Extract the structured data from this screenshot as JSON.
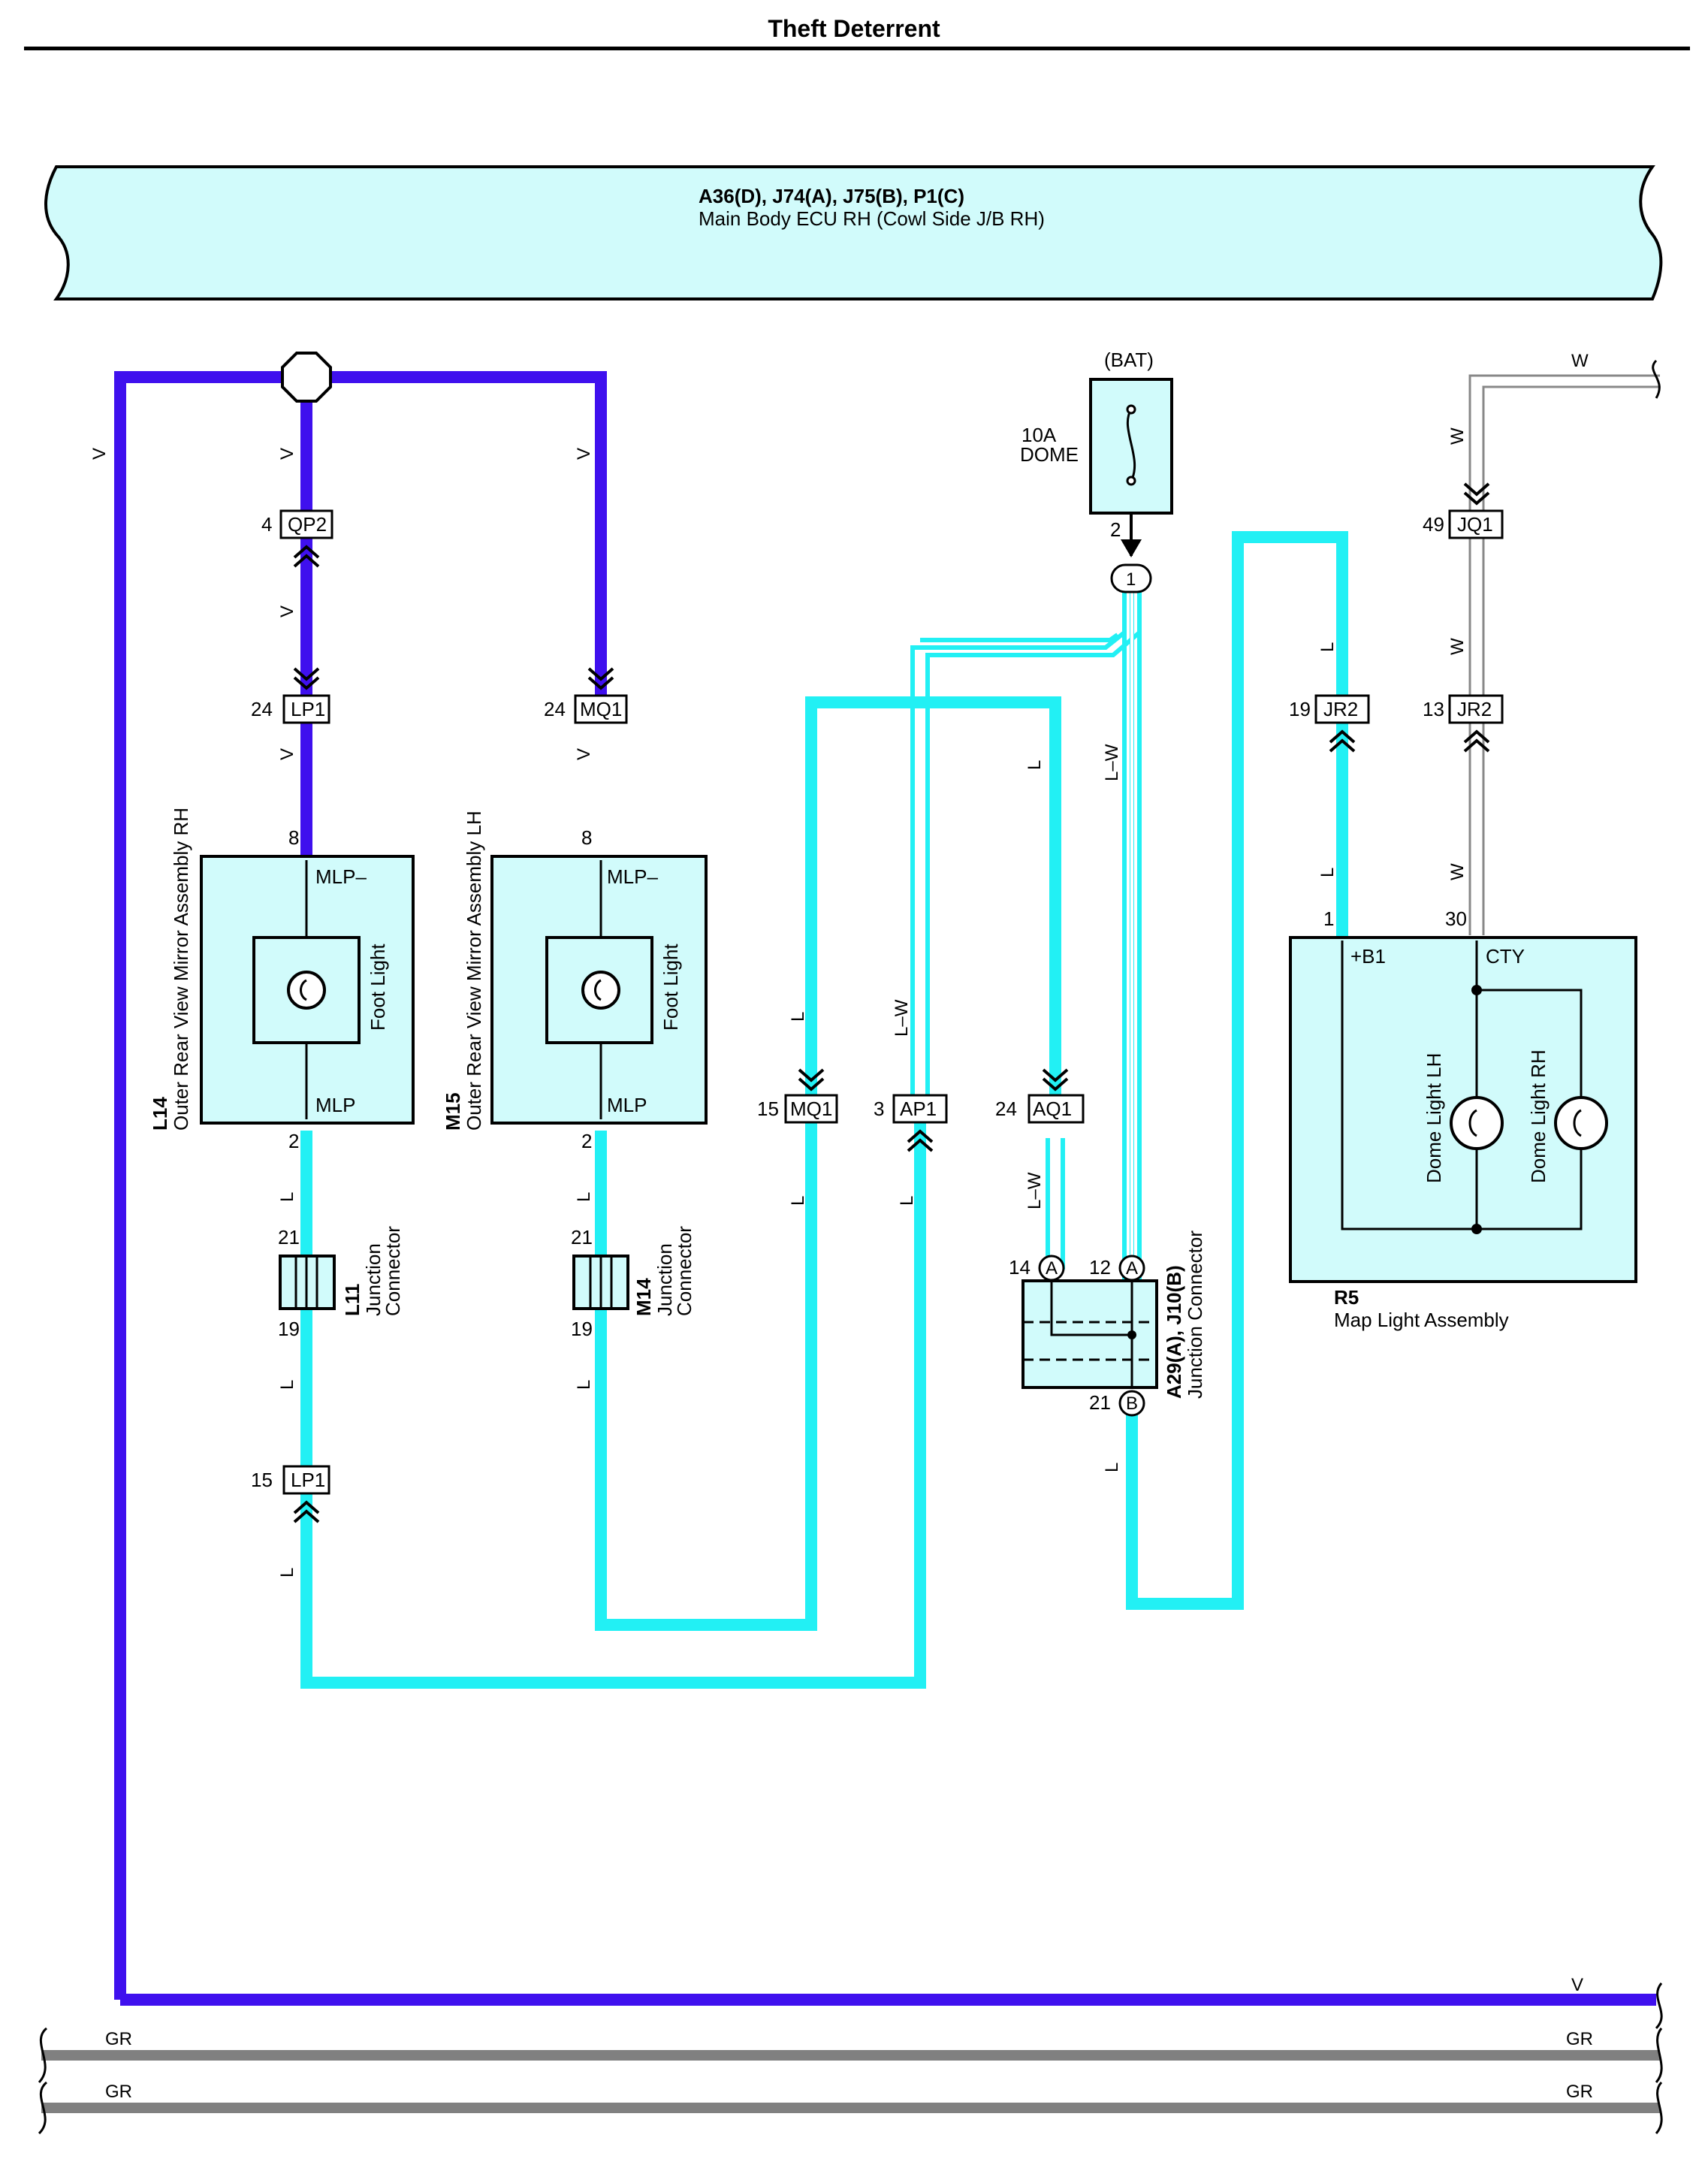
{
  "page": {
    "title": "Theft Deterrent"
  },
  "ecu": {
    "codes": "A36(D), J74(A), J75(B), P1(C)",
    "name": "Main Body ECU RH (Cowl Side J/B RH)"
  },
  "wire_colors": {
    "V": "#3f10ee",
    "L": "#22f0f4",
    "W": "#ffffff",
    "GR": "#808080"
  },
  "labels": {
    "v": "V",
    "l": "L",
    "lw": "L–W",
    "w": "W",
    "gr": "GR"
  },
  "fuse": {
    "source": "(BAT)",
    "rating": "10A",
    "name": "DOME",
    "pin": "2",
    "junction": "1"
  },
  "connectors": {
    "qp2": {
      "name": "QP2",
      "pin": "4"
    },
    "lp1_top": {
      "name": "LP1",
      "pin": "24"
    },
    "mq1_top": {
      "name": "MQ1",
      "pin": "24"
    },
    "mq1_mid": {
      "name": "MQ1",
      "pin": "15"
    },
    "ap1": {
      "name": "AP1",
      "pin": "3"
    },
    "aq1": {
      "name": "AQ1",
      "pin": "24"
    },
    "jr2_l": {
      "name": "JR2",
      "pin": "19"
    },
    "jr2_w": {
      "name": "JR2",
      "pin": "13"
    },
    "jq1": {
      "name": "JQ1",
      "pin": "49"
    },
    "lp1_bot": {
      "name": "LP1",
      "pin": "15"
    }
  },
  "mirror_rh": {
    "code": "L14",
    "name": "Outer Rear View Mirror Assembly RH",
    "pin_top": "8",
    "pin_bottom": "2",
    "term_top": "MLP–",
    "term_bottom": "MLP",
    "lamp": "Foot Light"
  },
  "mirror_lh": {
    "code": "M15",
    "name": "Outer Rear View Mirror Assembly LH",
    "pin_top": "8",
    "pin_bottom": "2",
    "term_top": "MLP–",
    "term_bottom": "MLP",
    "lamp": "Foot Light"
  },
  "jc_l11": {
    "code": "L11",
    "name1": "Junction",
    "name2": "Connector",
    "pin_top": "21",
    "pin_bottom": "19"
  },
  "jc_m14": {
    "code": "M14",
    "name1": "Junction",
    "name2": "Connector",
    "pin_top": "21",
    "pin_bottom": "19"
  },
  "jc_a29": {
    "code": "A29(A), J10(B)",
    "name": "Junction Connector",
    "pin_a1": "14",
    "pin_a2": "12",
    "pin_b": "21",
    "letter_a": "A",
    "letter_b": "B"
  },
  "map_light": {
    "code": "R5",
    "name": "Map Light Assembly",
    "pin_left": "1",
    "pin_right": "30",
    "term_left": "+B1",
    "term_right": "CTY",
    "lamp_lh": "Dome Light LH",
    "lamp_rh": "Dome Light RH"
  }
}
